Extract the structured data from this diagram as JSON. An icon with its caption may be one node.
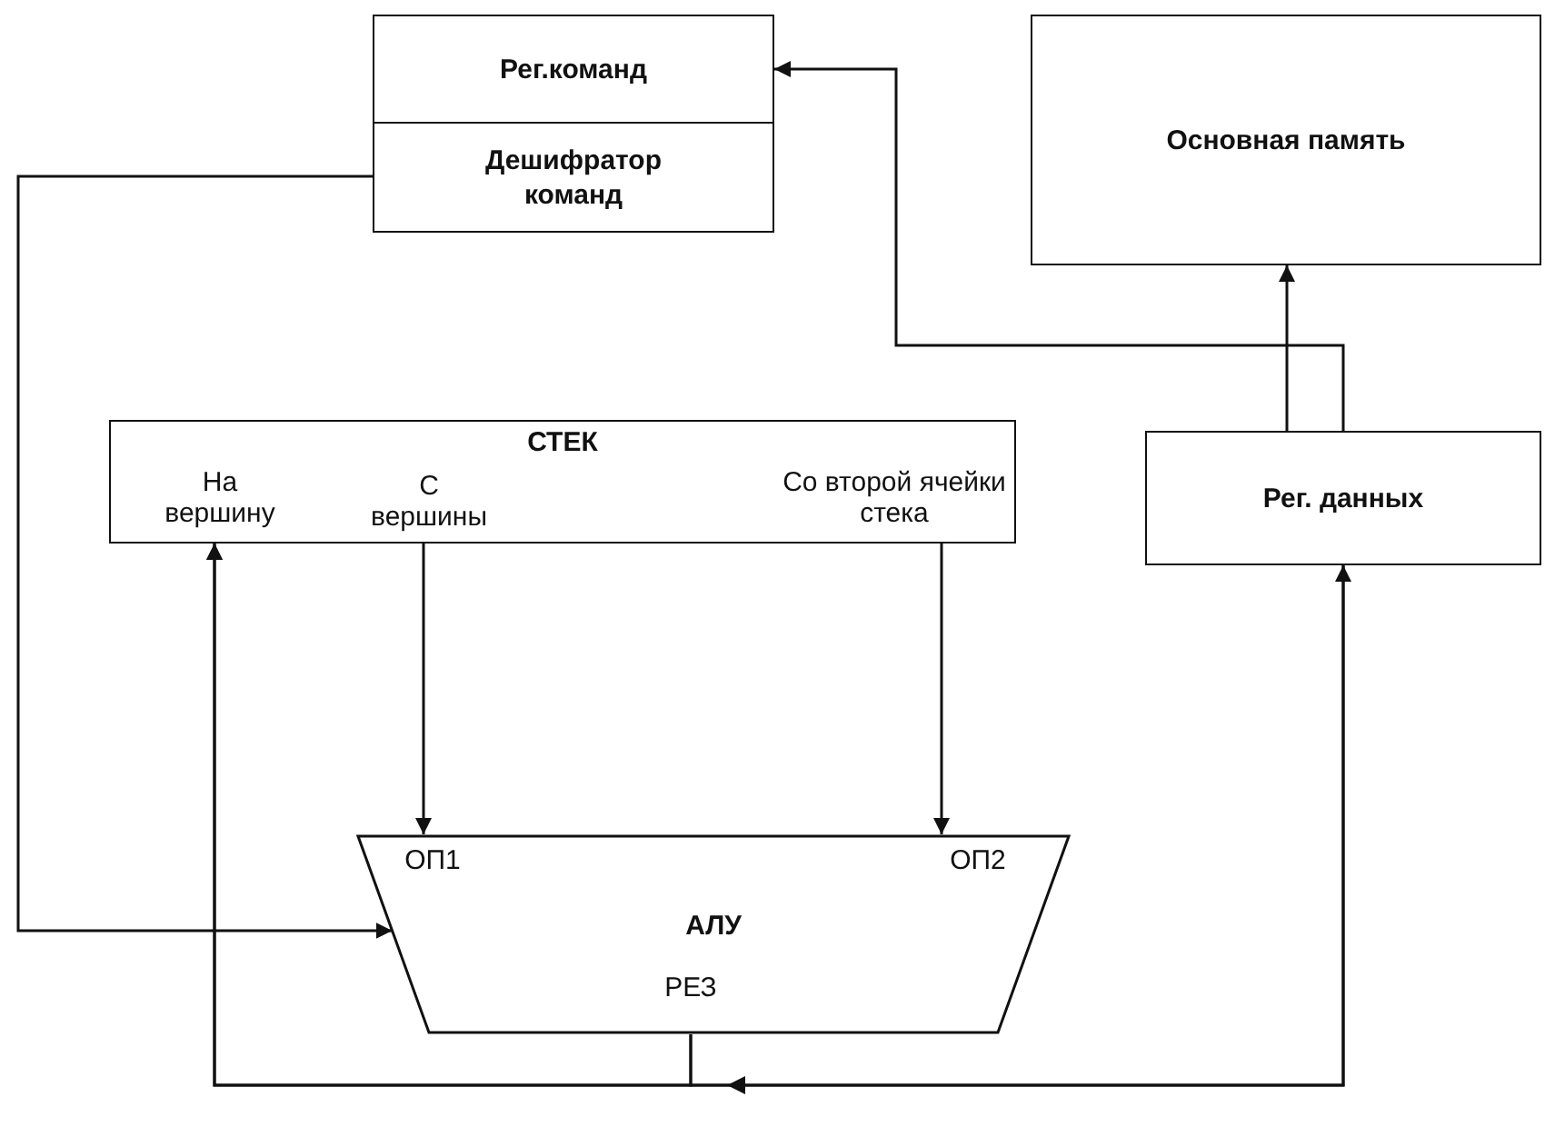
{
  "diagram": {
    "nodes": [
      {
        "text": [
          "Рег.команд"
        ]
      },
      {
        "text": [
          "Дешифратор команд"
        ]
      },
      {
        "text": [
          "Основная память"
        ]
      },
      {
        "text": [
          "СТЕК"
        ]
      },
      {
        "text": [
          "На вершину"
        ],
        "in": 3
      },
      {
        "text": [
          "С вершины"
        ],
        "in": 3
      },
      {
        "text": [
          "Со второй ячейки стека"
        ],
        "in": 3
      },
      {
        "text": [
          "Рег. данных"
        ]
      },
      {
        "text": [
          "АЛУ"
        ]
      },
      {
        "text": [
          "ОП1"
        ],
        "in": 8
      },
      {
        "text": [
          "ОП2"
        ],
        "in": 8
      },
      {
        "text": [
          "РЕЗ"
        ],
        "in": 8
      }
    ],
    "edges": [
      {
        "from": 7,
        "to": 2,
        "arrow": "to"
      },
      {
        "from": 7,
        "to": 0,
        "arrow": "to"
      },
      {
        "from": 1,
        "to": 8,
        "arrow": "to"
      },
      {
        "from": 5,
        "to": 9,
        "arrow": "to"
      },
      {
        "from": 6,
        "to": 10,
        "arrow": "to"
      },
      {
        "from": 11,
        "to": 4,
        "arrow": "to"
      },
      {
        "from": 11,
        "to": 7,
        "arrow": "to"
      },
      {
        "from": 7,
        "to": 4,
        "arrow": "to"
      }
    ]
  }
}
